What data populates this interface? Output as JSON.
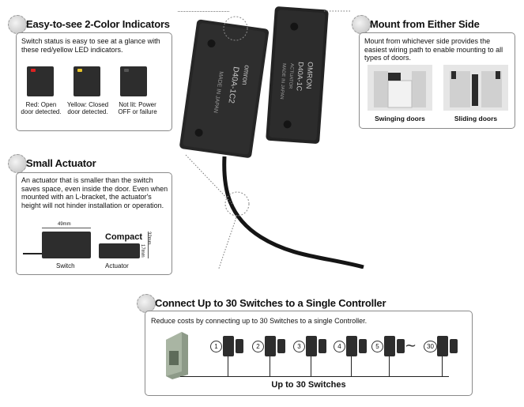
{
  "sections": {
    "indicators": {
      "title": "Easy-to-see 2-Color Indicators",
      "text": "Switch status is easy to see at a glance with these red/yellow LED indicators.",
      "states": [
        {
          "label": "Red: Open door detected."
        },
        {
          "label": "Yellow: Closed door detected."
        },
        {
          "label": "Not lit: Power OFF or failure"
        }
      ]
    },
    "mount": {
      "title": "Mount from Either Side",
      "text": "Mount from whichever side provides the easiest wiring path to enable mounting to all types of doors.",
      "swinging": "Swinging doors",
      "sliding": "Sliding doors"
    },
    "actuator": {
      "title": "Small Actuator",
      "text": "An actuator that is smaller than the switch saves space, even inside the door. Even when mounted with an L-bracket, the actuator's height will not hinder installation or operation.",
      "compact": "Compact",
      "dim_width": "49mm",
      "dim_height1": "32mm",
      "dim_height2": "17mm",
      "switch_label": "Switch",
      "actuator_label": "Actuator"
    },
    "connect": {
      "title": "Connect Up to 30 Switches to a Single Controller",
      "text": "Reduce costs by connecting up to 30 Switches to a single Controller.",
      "numbers": [
        "1",
        "2",
        "3",
        "4",
        "5",
        "30"
      ],
      "footer": "Up to 30 Switches"
    }
  },
  "product": {
    "switch_brand": "omron",
    "switch_model": "D40A-1C2",
    "switch_origin": "MADE IN JAPAN",
    "actuator_brand": "OMRON",
    "actuator_model": "D40A-1C",
    "actuator_word": "ACTUATOR",
    "actuator_origin": "MADE IN JAPAN"
  }
}
